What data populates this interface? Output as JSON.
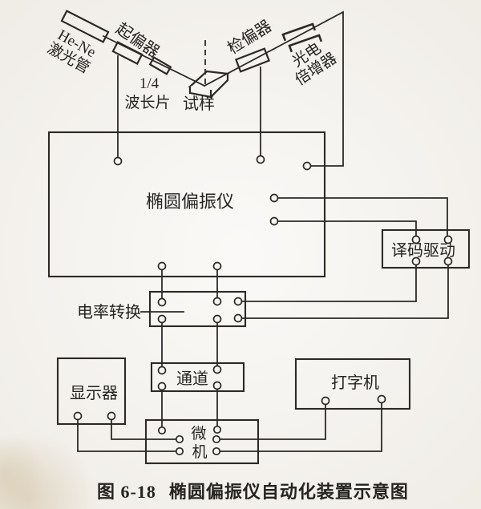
{
  "colors": {
    "ink": "#2d2a26",
    "paper": "#f6f4f0"
  },
  "optical_path": {
    "laser": {
      "line1": "He-Ne",
      "line2": "激光管"
    },
    "polarizer": {
      "label": "起偏器"
    },
    "quarter_wave_plate": {
      "line1": "1/4",
      "line2": "波长片"
    },
    "sample": {
      "label": "试样"
    },
    "analyzer": {
      "label": "检偏器"
    },
    "photomultiplier": {
      "line1": "光电",
      "line2": "倍增器"
    }
  },
  "blocks": {
    "ellipsometer": {
      "label": "椭圆偏振仪"
    },
    "decoder_driver": {
      "label": "译码驱动"
    },
    "power_converter": {
      "label": "电率转换"
    },
    "channel": {
      "label": "通道"
    },
    "display": {
      "label": "显示器"
    },
    "typewriter": {
      "label": "打字机"
    },
    "microcomputer": {
      "line1": "微",
      "line2": "机"
    }
  },
  "caption": {
    "figure_number": "图 6-18",
    "title": "椭圆偏振仪自动化装置示意图"
  }
}
